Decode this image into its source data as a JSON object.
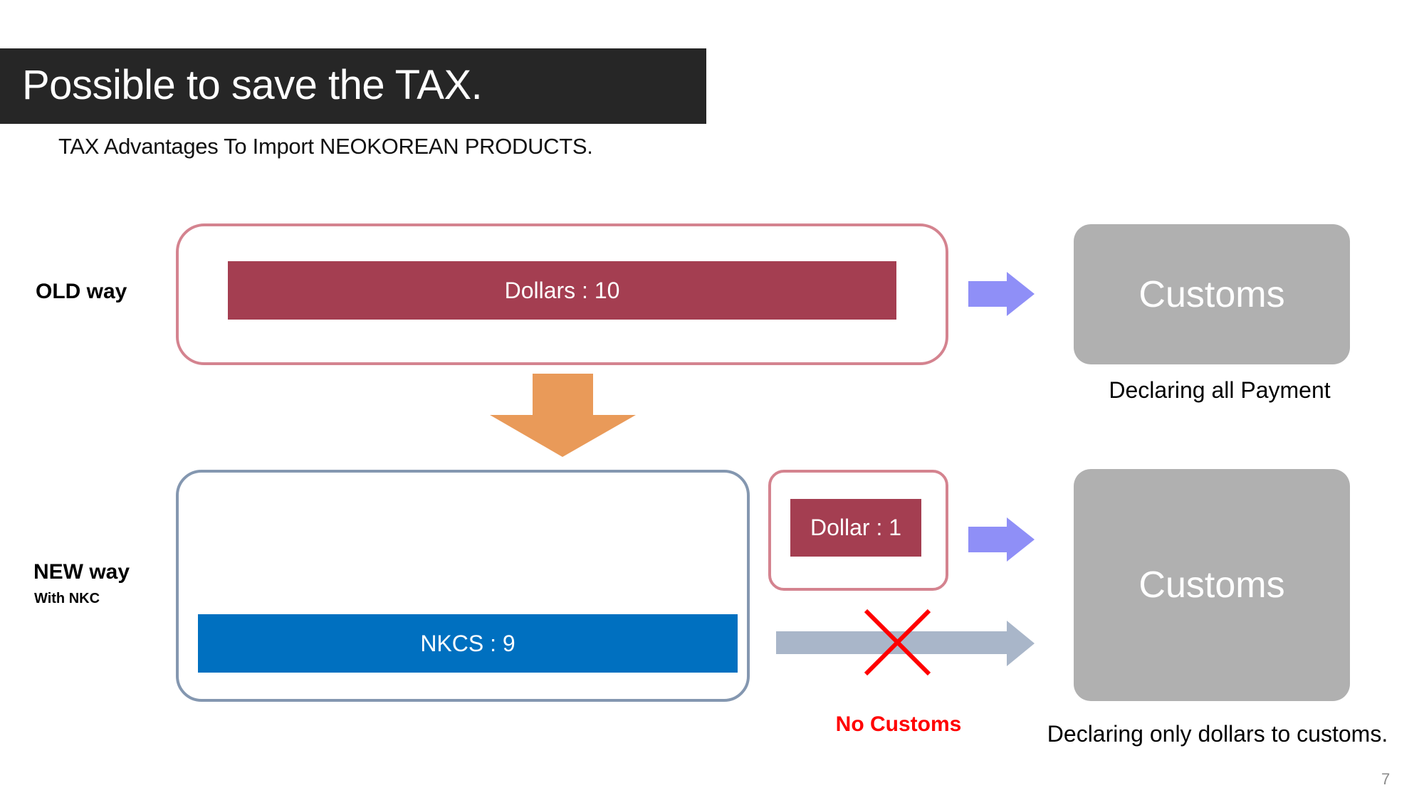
{
  "slide": {
    "title": "Possible to save the TAX.",
    "subtitle": "TAX Advantages To Import NEOKOREAN PRODUCTS.",
    "page_number": "7"
  },
  "old_way": {
    "label": "OLD way",
    "bar_label": "Dollars : 10",
    "customs_label": "Customs",
    "caption": "Declaring all Payment"
  },
  "new_way": {
    "label": "NEW way",
    "sublabel": "With NKC",
    "nkcs_label": "NKCS : 9",
    "dollar_label": "Dollar : 1",
    "no_customs_label": "No Customs",
    "customs_label": "Customs",
    "caption": "Declaring only dollars to customs."
  },
  "colors": {
    "title_bar": "#262626",
    "dollar_bar": "#a43e51",
    "dollar_frame": "#d4838f",
    "nkcs_bar": "#0070c0",
    "nkc_frame": "#8497b0",
    "customs_box": "#b0b0b0",
    "arrow_purple": "#8f8ff7",
    "arrow_gray": "#a9b6c9",
    "arrow_orange": "#e99a59",
    "cross_red": "#ff0000"
  },
  "icons": {
    "down_arrow": "down-arrow-icon",
    "right_arrow": "right-arrow-icon",
    "cross": "cross-icon"
  }
}
